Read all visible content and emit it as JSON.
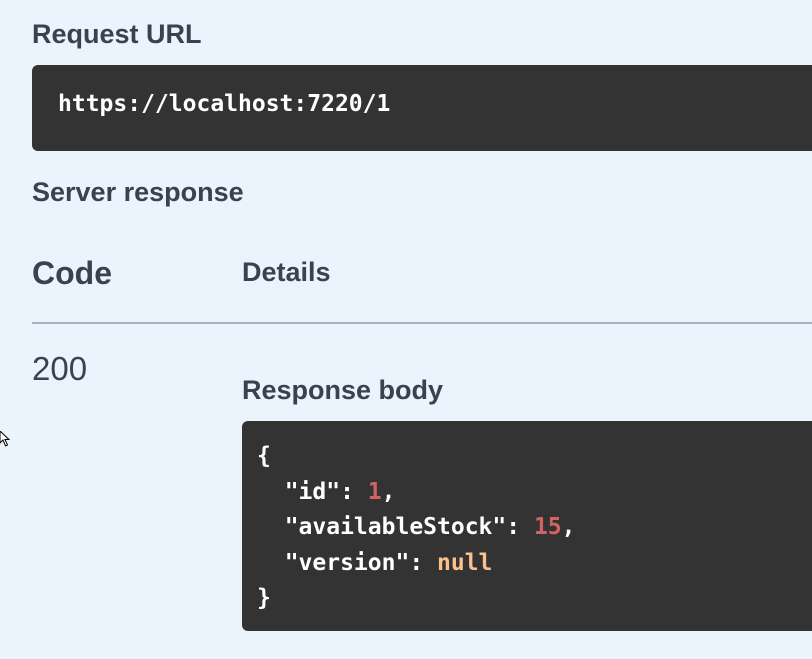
{
  "request_url": {
    "label": "Request URL",
    "value": "https://localhost:7220/1"
  },
  "server_response": {
    "label": "Server response",
    "columns": {
      "code": "Code",
      "details": "Details"
    },
    "rows": [
      {
        "code": "200",
        "response_body_label": "Response body",
        "response_body": {
          "open": "{",
          "lines": [
            {
              "key": "  \"id\": ",
              "value": "1",
              "value_type": "number",
              "trail": ","
            },
            {
              "key": "  \"availableStock\": ",
              "value": "15",
              "value_type": "number",
              "trail": ","
            },
            {
              "key": "  \"version\": ",
              "value": "null",
              "value_type": "null",
              "trail": ""
            }
          ],
          "close": "}"
        }
      }
    ]
  },
  "colors": {
    "background": "#ebf3fc",
    "code_block": "#333333",
    "text": "#3b4151",
    "number": "#d36363",
    "null": "#fcc28c"
  }
}
